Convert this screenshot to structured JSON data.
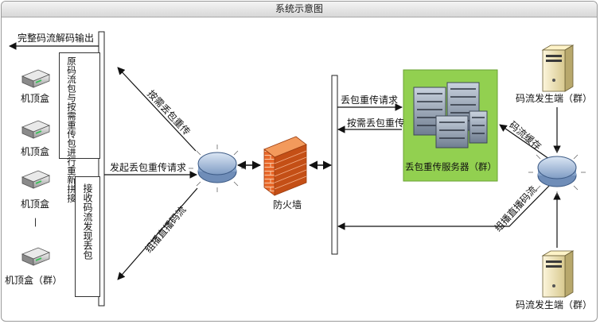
{
  "window": {
    "title": "系统示意图"
  },
  "stb": {
    "label": "机顶盒",
    "group_label": "机顶盒（群）",
    "ellipsis": "—"
  },
  "left": {
    "complete_output": "完整码流解码输出",
    "origin_reorder": "原码流包与按需重传包进行重新拼接",
    "receive_loss": "接收码流发现丢包",
    "initiate_request": "发起丢包重传请求",
    "ondemand_retrans": "按需丢包重传",
    "multicast_live": "组播直播码流"
  },
  "firewall": {
    "label": "防火墙"
  },
  "right": {
    "loss_request": "丢包重传请求",
    "ondemand_retrans": "按需丢包重传",
    "server_label": "丢包重传服务器（群）",
    "stream_cache": "码流缓存",
    "multicast_live": "组播直播码流",
    "source_label": "码流发生端（群）"
  },
  "colors": {
    "server_bg": "#92d050",
    "firewall": "#e8682a",
    "router": "#9db6d6"
  }
}
